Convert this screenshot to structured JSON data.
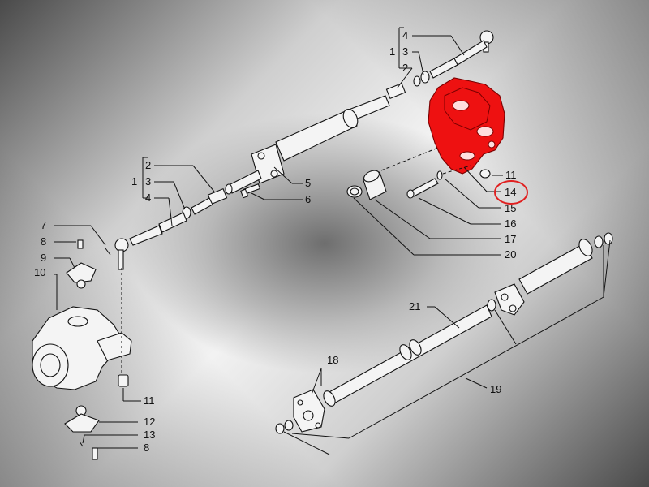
{
  "labels": {
    "p1a": "1",
    "p2a": "2",
    "p3a": "3",
    "p4a": "4",
    "p1b": "1",
    "p2b": "2",
    "p3b": "3",
    "p4b": "4",
    "p5": "5",
    "p6": "6",
    "p7": "7",
    "p8a": "8",
    "p8b": "8",
    "p9": "9",
    "p10": "10",
    "p11a": "11",
    "p11b": "11",
    "p12": "12",
    "p13": "13",
    "p14": "14",
    "p15": "15",
    "p16": "16",
    "p17": "17",
    "p18": "18",
    "p19": "19",
    "p20": "20",
    "p21": "21"
  },
  "highlight": {
    "part": "14",
    "color": "#ee1111",
    "callout_color": "#e02020"
  }
}
